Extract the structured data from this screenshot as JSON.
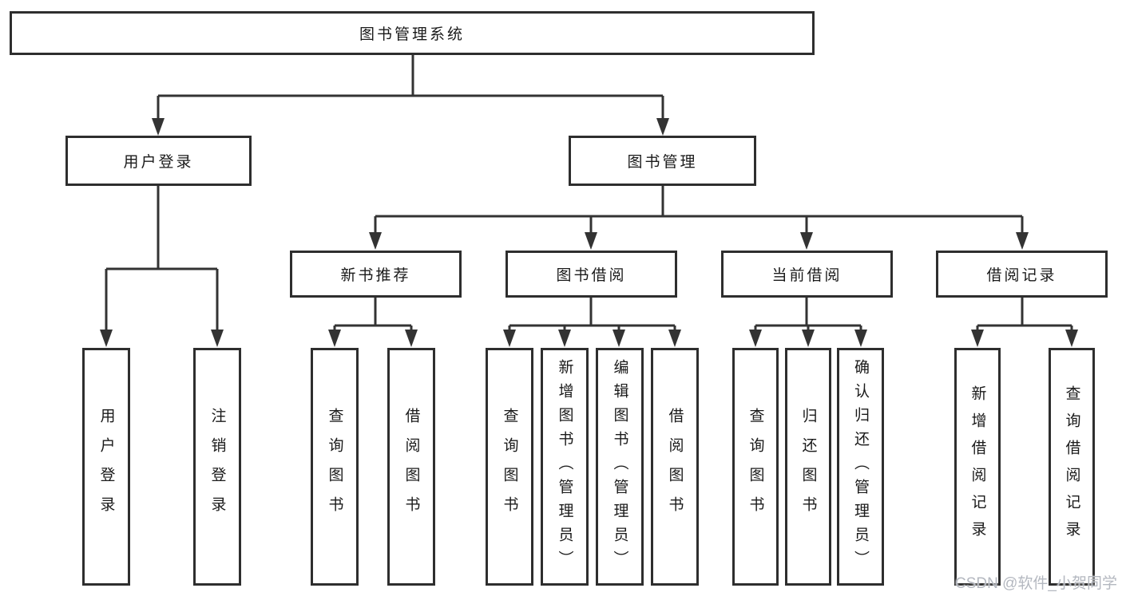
{
  "diagram": {
    "nodes": {
      "root": "图书管理系统",
      "user_login": "用户登录",
      "book_mgmt": "图书管理",
      "new_books": "新书推荐",
      "book_borrow": "图书借阅",
      "current_borrow": "当前借阅",
      "borrow_records": "借阅记录",
      "a1": "用户登录",
      "a2": "注销登录",
      "b1": "查询图书",
      "b2": "借阅图书",
      "c1": "查询图书",
      "c2": "新增图书（管理员）",
      "c3": "编辑图书（管理员）",
      "c4": "借阅图书",
      "d1": "查询图书",
      "d2": "归还图书",
      "d3": "确认归还（管理员）",
      "e1": "新增借阅记录",
      "e2": "查询借阅记录"
    },
    "colors": {
      "line": "#333333",
      "box_border": "#2e2e2e",
      "text": "#1a1a1a",
      "watermark": "#b4b8c0",
      "background": "#ffffff"
    },
    "watermark": "CSDN @软件_小贺同学"
  }
}
